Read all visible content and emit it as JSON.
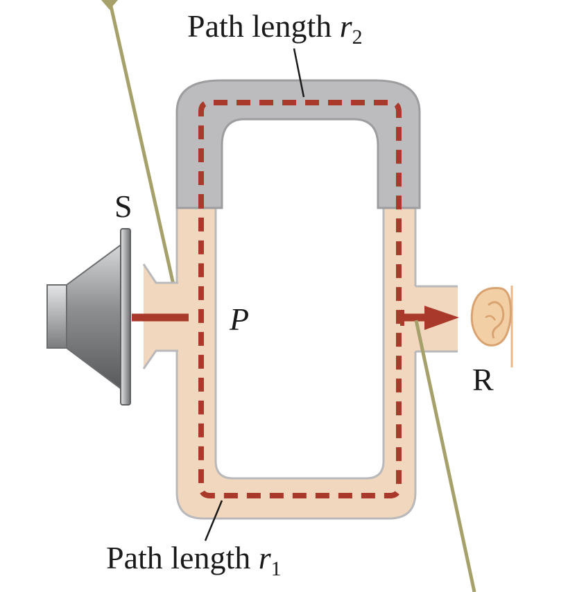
{
  "labels": {
    "path_top": "Path length",
    "path_top_var": "r",
    "path_top_sub": "2",
    "path_bottom": "Path length",
    "path_bottom_var": "r",
    "path_bottom_sub": "1",
    "source": "S",
    "point": "P",
    "receiver": "R"
  },
  "colors": {
    "tube_fill": "#f1d7bd",
    "tube_edge": "#b9b9bb",
    "sliding_tube": "#bcbcbe",
    "sliding_edge": "#9d9da0",
    "path_dash": "#a9392b",
    "pointer_line": "#a6a06a",
    "speaker": "#8f9092",
    "ear": "#e9b98c"
  },
  "icons": {
    "source": "speaker-icon",
    "receiver": "ear-icon"
  }
}
